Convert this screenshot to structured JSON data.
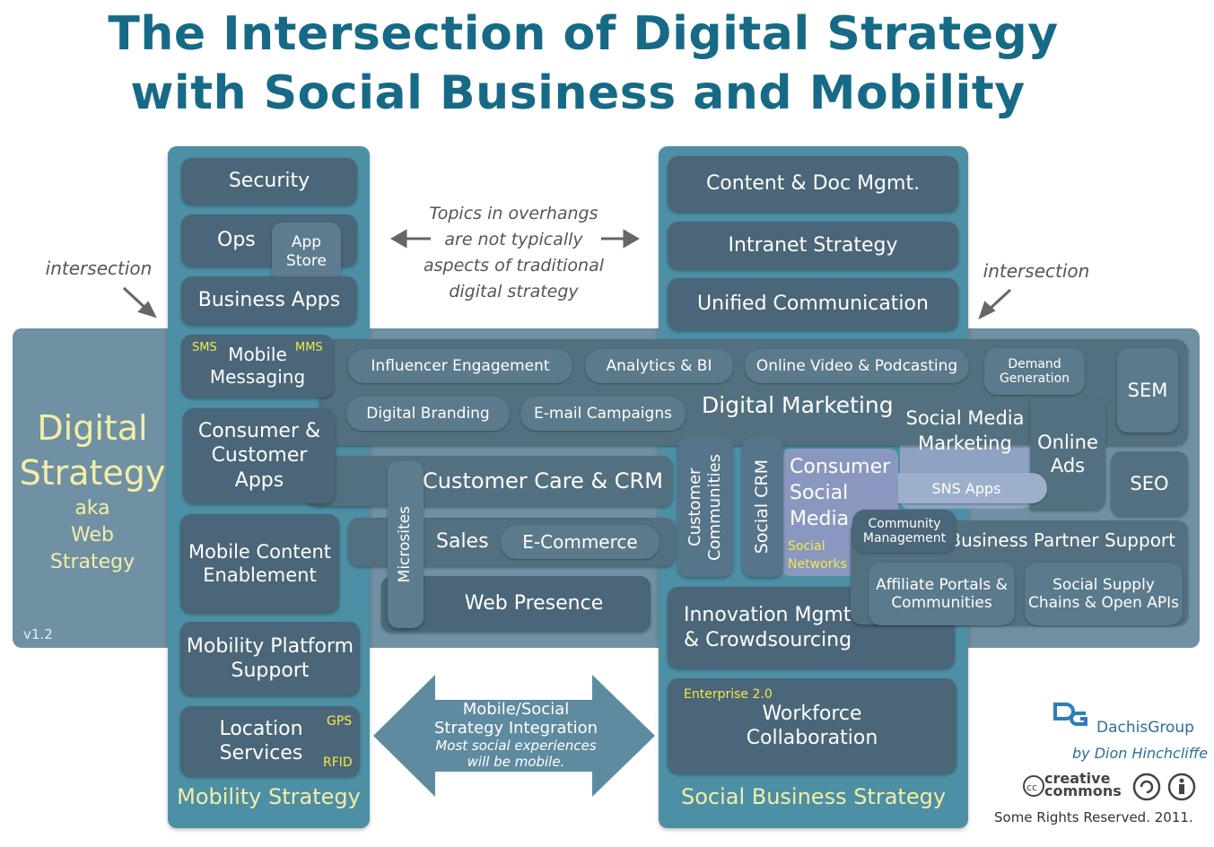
{
  "title": {
    "line1": "The Intersection of Digital Strategy",
    "line2": "with Social Business and Mobility"
  },
  "notes": {
    "intersection_left": "intersection",
    "intersection_right": "intersection",
    "overhang_line1": "Topics in overhangs",
    "overhang_line2": "are not typically",
    "overhang_line3": "aspects of traditional",
    "overhang_line4": "digital strategy"
  },
  "digital": {
    "line1": "Digital",
    "line2": "Strategy",
    "aka1": "aka",
    "aka2": "Web",
    "aka3": "Strategy",
    "version": "v1.2"
  },
  "mobility": {
    "security": "Security",
    "ops": "Ops",
    "app_store1": "App",
    "app_store2": "Store",
    "business_apps": "Business Apps",
    "sms": "SMS",
    "mms": "MMS",
    "mobile_messaging1": "Mobile",
    "mobile_messaging2": "Messaging",
    "consumer_apps1": "Consumer &",
    "consumer_apps2": "Customer",
    "consumer_apps3": "Apps",
    "mce1": "Mobile Content",
    "mce2": "Enablement",
    "mps1": "Mobility Platform",
    "mps2": "Support",
    "location1": "Location",
    "location2": "Services",
    "gps": "GPS",
    "rfid": "RFID",
    "label": "Mobility Strategy"
  },
  "social": {
    "content_doc": "Content & Doc Mgmt.",
    "intranet": "Intranet Strategy",
    "unified": "Unified Communication",
    "innovation1": "Innovation Mgmt.",
    "innovation2": "& Crowdsourcing",
    "enterprise20": "Enterprise 2.0",
    "workforce1": "Workforce",
    "workforce2": "Collaboration",
    "label": "Social Business Strategy"
  },
  "marketing": {
    "influencer": "Influencer Engagement",
    "analytics": "Analytics & BI",
    "online_video": "Online Video & Podcasting",
    "demand1": "Demand",
    "demand2": "Generation",
    "sem": "SEM",
    "digital_branding": "Digital Branding",
    "email": "E-mail Campaigns",
    "digital_marketing": "Digital Marketing",
    "smm1": "Social Media",
    "smm2": "Marketing",
    "online_ads1": "Online",
    "online_ads2": "Ads",
    "sns_apps": "SNS Apps",
    "seo": "SEO",
    "customer_care": "Customer Care & CRM",
    "customer_communities1": "Customer",
    "customer_communities2": "Communities",
    "social_crm": "Social CRM",
    "consumer_sm1": "Consumer",
    "consumer_sm2": "Social",
    "consumer_sm3": "Media",
    "social_networks1": "Social",
    "social_networks2": "Networks",
    "community_mgmt1": "Community",
    "community_mgmt2": "Management",
    "business_partner": "Business Partner Support",
    "microsites": "Microsites",
    "sales": "Sales",
    "ecommerce": "E-Commerce",
    "web_presence": "Web Presence",
    "affiliate1": "Affiliate Portals &",
    "affiliate2": "Communities",
    "supply1": "Social Supply",
    "supply2": "Chains & Open APIs"
  },
  "integration": {
    "line1": "Mobile/Social",
    "line2": "Strategy Integration",
    "line3": "Most social experiences",
    "line4": "will be mobile."
  },
  "credits": {
    "brand": "DachisGroup",
    "author": "by Dion Hinchcliffe",
    "cc1": "creative",
    "cc2": "commons",
    "rights": "Some Rights Reserved. 2011."
  },
  "colors": {
    "title": "#166a86",
    "teal": "#4d8fa4",
    "box": "#4a6678",
    "band": "#6f91a3",
    "yellow": "#f2e94e"
  }
}
